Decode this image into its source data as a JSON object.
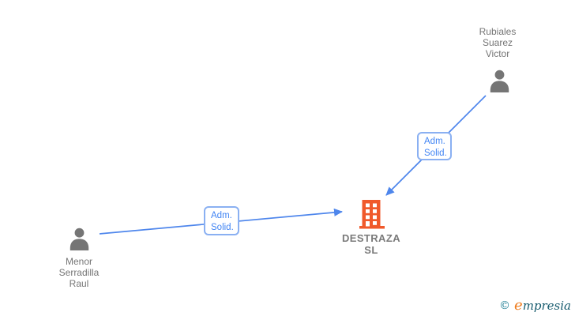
{
  "diagram": {
    "type": "corporate-relationship-graph",
    "nodes": {
      "person_top": {
        "name": "Rubiales\nSuarez\nVictor",
        "icon": "person-icon"
      },
      "person_left": {
        "name": "Menor\nSerradilla\nRaul",
        "icon": "person-icon"
      },
      "company": {
        "name": "DESTRAZA\nSL",
        "icon": "building-icon"
      }
    },
    "edges": {
      "edge_left_to_company": {
        "label": "Adm.\nSolid.",
        "from": "Menor Serradilla Raul",
        "to": "DESTRAZA SL"
      },
      "edge_top_to_company": {
        "label": "Adm.\nSolid.",
        "from": "Rubiales Suarez Victor",
        "to": "DESTRAZA SL"
      }
    }
  },
  "watermark": {
    "copyright_symbol": "©",
    "brand_first_letter": "e",
    "brand_rest": "mpresia"
  },
  "colors": {
    "edge_blue": "#4e86ec",
    "edge_label_text_blue": "#4285f4",
    "edge_label_border_blue": "#8ab0f2",
    "building_orange": "#f0592b",
    "person_gray": "#757575",
    "label_gray": "#757575",
    "watermark_teal": "#1f7f95",
    "watermark_dark_teal": "#155a6d",
    "watermark_orange": "#ee7c1e",
    "background": "#ffffff"
  }
}
